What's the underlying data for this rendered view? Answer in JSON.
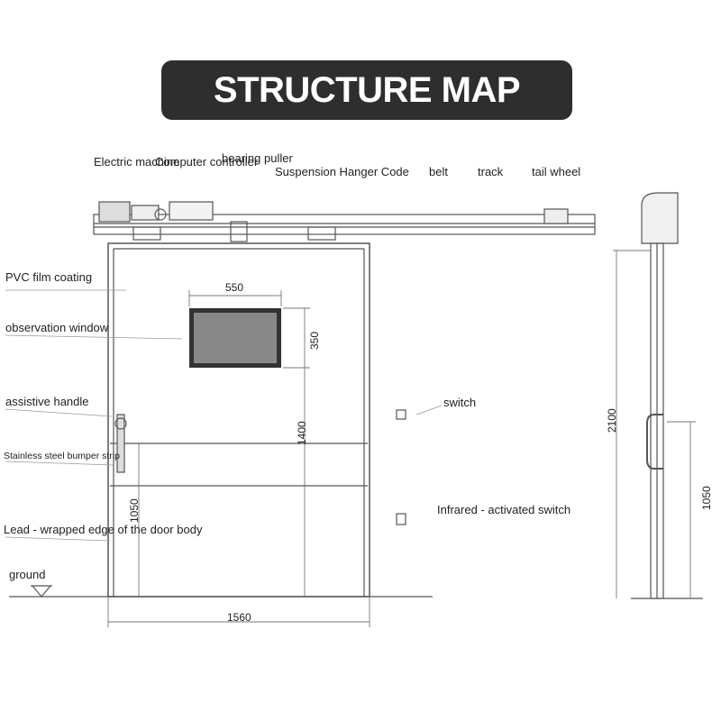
{
  "title": "STRUCTURE MAP",
  "labels": {
    "electric_machine": "Electric machine",
    "computer_controller": "Computer controller",
    "bearing_puller": "bearing puller",
    "suspension_hanger": "Suspension Hanger Code",
    "belt": "belt",
    "track": "track",
    "tail_wheel": "tail wheel",
    "pvc_film": "PVC film coating",
    "observation_window": "observation window",
    "assistive_handle": "assistive handle",
    "bumper_strip": "Stainless steel bumper strip",
    "lead_edge": "Lead - wrapped edge of the door body",
    "ground": "ground",
    "switch": "switch",
    "infrared_switch": "Infrared - activated switch"
  },
  "dimensions": {
    "window_width": "550",
    "window_height": "350",
    "window_sill_height": "1400",
    "strip_height": "1050",
    "door_width": "1560",
    "door_height": "2100",
    "handle_height": "1050"
  }
}
